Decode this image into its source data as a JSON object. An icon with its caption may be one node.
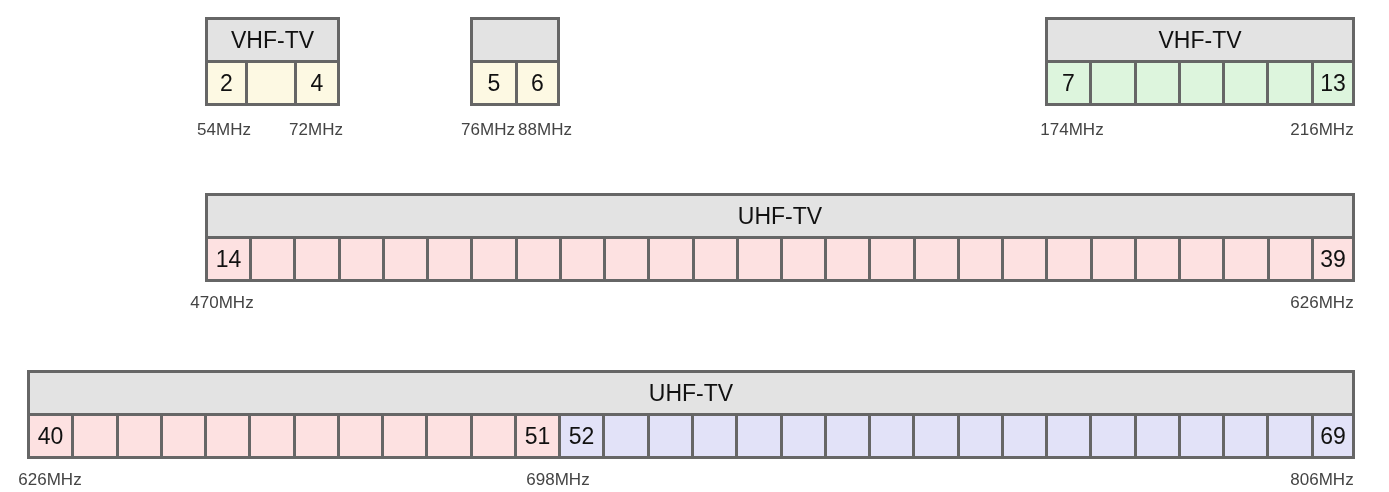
{
  "diagram": {
    "nodes": [
      {
        "text": [
          "VHF-TV"
        ]
      },
      {
        "text": [],
        "shape": "box"
      },
      {
        "text": [
          "VHF-TV"
        ]
      },
      {
        "text": [
          "2"
        ]
      },
      {
        "text": [],
        "shape": "box"
      },
      {
        "text": [
          "4"
        ]
      },
      {
        "text": [
          "5"
        ]
      },
      {
        "text": [
          "6"
        ]
      },
      {
        "text": [
          "7"
        ]
      },
      {
        "text": [],
        "shape": "box"
      },
      {
        "text": [],
        "shape": "box"
      },
      {
        "text": [],
        "shape": "box"
      },
      {
        "text": [],
        "shape": "box"
      },
      {
        "text": [],
        "shape": "box"
      },
      {
        "text": [
          "13"
        ]
      },
      {
        "text": [
          "UHF-TV"
        ]
      },
      {
        "text": [
          "14"
        ]
      },
      {
        "text": [],
        "shape": "box"
      },
      {
        "text": [],
        "shape": "box"
      },
      {
        "text": [],
        "shape": "box"
      },
      {
        "text": [],
        "shape": "box"
      },
      {
        "text": [],
        "shape": "box"
      },
      {
        "text": [],
        "shape": "box"
      },
      {
        "text": [],
        "shape": "box"
      },
      {
        "text": [],
        "shape": "box"
      },
      {
        "text": [],
        "shape": "box"
      },
      {
        "text": [],
        "shape": "box"
      },
      {
        "text": [],
        "shape": "box"
      },
      {
        "text": [],
        "shape": "box"
      },
      {
        "text": [],
        "shape": "box"
      },
      {
        "text": [],
        "shape": "box"
      },
      {
        "text": [],
        "shape": "box"
      },
      {
        "text": [],
        "shape": "box"
      },
      {
        "text": [],
        "shape": "box"
      },
      {
        "text": [],
        "shape": "box"
      },
      {
        "text": [],
        "shape": "box"
      },
      {
        "text": [],
        "shape": "box"
      },
      {
        "text": [],
        "shape": "box"
      },
      {
        "text": [],
        "shape": "box"
      },
      {
        "text": [],
        "shape": "box"
      },
      {
        "text": [],
        "shape": "box"
      },
      {
        "text": [
          "39"
        ]
      },
      {
        "text": [
          "UHF-TV"
        ]
      },
      {
        "text": [
          "40"
        ]
      },
      {
        "text": [],
        "shape": "box"
      },
      {
        "text": [],
        "shape": "box"
      },
      {
        "text": [],
        "shape": "box"
      },
      {
        "text": [],
        "shape": "box"
      },
      {
        "text": [],
        "shape": "box"
      },
      {
        "text": [],
        "shape": "box"
      },
      {
        "text": [],
        "shape": "box"
      },
      {
        "text": [],
        "shape": "box"
      },
      {
        "text": [],
        "shape": "box"
      },
      {
        "text": [],
        "shape": "box"
      },
      {
        "text": [
          "51"
        ]
      },
      {
        "text": [
          "52"
        ]
      },
      {
        "text": [],
        "shape": "box"
      },
      {
        "text": [],
        "shape": "box"
      },
      {
        "text": [],
        "shape": "box"
      },
      {
        "text": [],
        "shape": "box"
      },
      {
        "text": [],
        "shape": "box"
      },
      {
        "text": [],
        "shape": "box"
      },
      {
        "text": [],
        "shape": "box"
      },
      {
        "text": [],
        "shape": "box"
      },
      {
        "text": [],
        "shape": "box"
      },
      {
        "text": [],
        "shape": "box"
      },
      {
        "text": [],
        "shape": "box"
      },
      {
        "text": [],
        "shape": "box"
      },
      {
        "text": [],
        "shape": "box"
      },
      {
        "text": [],
        "shape": "box"
      },
      {
        "text": [],
        "shape": "box"
      },
      {
        "text": [],
        "shape": "box"
      },
      {
        "text": [
          "69"
        ]
      }
    ],
    "labels": [
      "54MHz",
      "72MHz",
      "76MHz",
      "88MHz",
      "174MHz",
      "216MHz",
      "470MHz",
      "626MHz",
      "626MHz",
      "698MHz",
      "806MHz"
    ]
  }
}
